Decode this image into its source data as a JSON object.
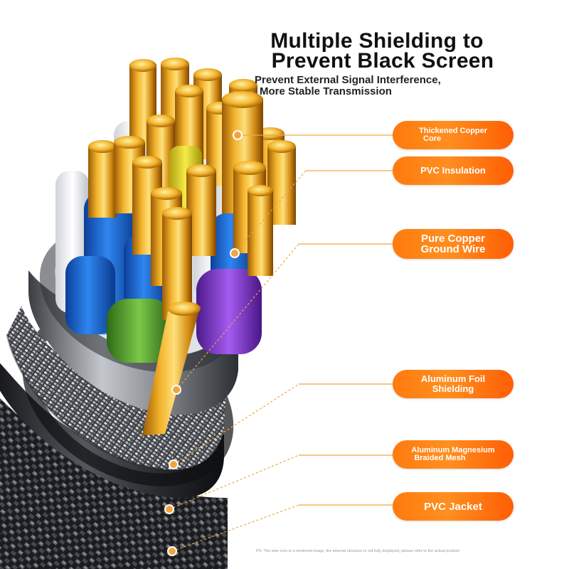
{
  "title_line1": "Multiple Shielding to",
  "title_line2": "Prevent Black Screen",
  "subtitle_line1": "Prevent External Signal Interference,",
  "subtitle_line2": "More Stable Transmission",
  "labels": [
    {
      "line1": "Thickened Copper",
      "line2": "Core"
    },
    {
      "line1": "PVC Insulation",
      "line2": ""
    },
    {
      "line1": "Pure Copper",
      "line2": "Ground Wire"
    },
    {
      "line1": "Aluminum Foil",
      "line2": "Shielding"
    },
    {
      "line1": "Aluminum Magnesium",
      "line2": "Braided Mesh"
    },
    {
      "line1": "PVC Jacket",
      "line2": ""
    }
  ],
  "footnote": "PS: The wire core is a rendered image, the internal structure is not fully displayed, please refer to the actual product",
  "colors": {
    "accent": "#ff7a0e",
    "gold": "#e8a21a",
    "blue": "#1f6fd8",
    "purple": "#8a3ad6",
    "green": "#5aa62e"
  }
}
